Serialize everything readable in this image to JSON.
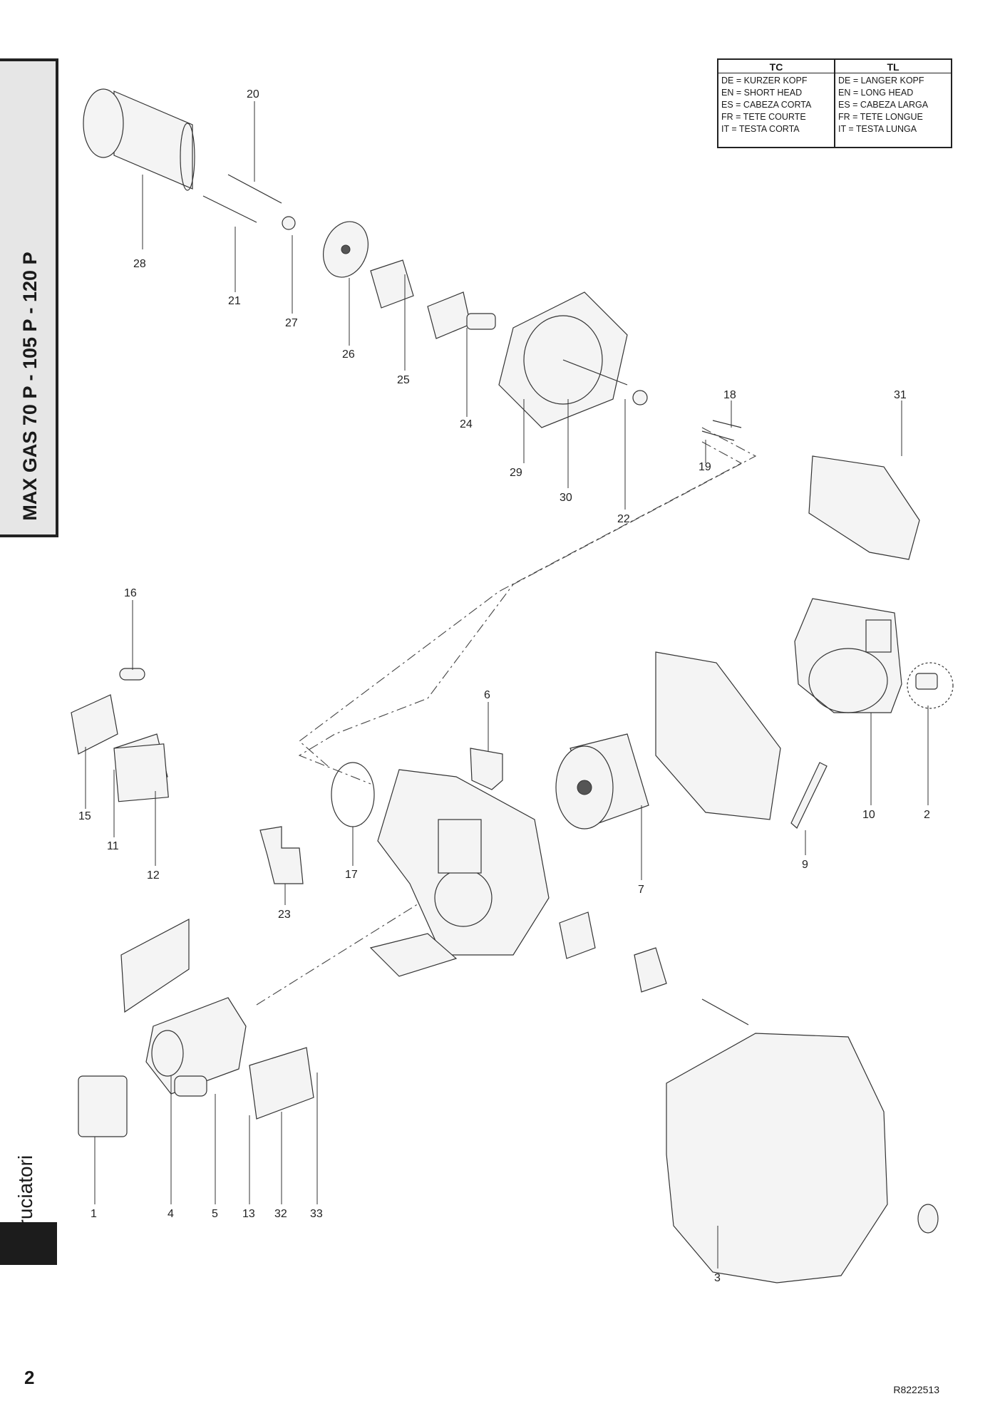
{
  "side_tab": {
    "series_title": "MAX GAS 70 P - 105 P - 120 P",
    "category": "Bruciatori"
  },
  "page_number": "2",
  "document_code": "R8222513",
  "legend": {
    "columns": [
      {
        "header": "TC",
        "lines": [
          "DE = KURZER KOPF",
          "EN = SHORT HEAD",
          "ES = CABEZA CORTA",
          "FR = TETE COURTE",
          "IT = TESTA CORTA"
        ]
      },
      {
        "header": "TL",
        "lines": [
          "DE = LANGER KOPF",
          "EN = LONG HEAD",
          "ES = CABEZA LARGA",
          "FR = TETE LONGUE",
          "IT = TESTA LUNGA"
        ]
      }
    ]
  },
  "part_labels": [
    "20",
    "28",
    "21",
    "27",
    "26",
    "25",
    "24",
    "29",
    "30",
    "22",
    "18",
    "19",
    "31",
    "16",
    "6",
    "15",
    "11",
    "12",
    "17",
    "23",
    "7",
    "9",
    "10",
    "2",
    "1",
    "4",
    "5",
    "13",
    "32",
    "33",
    "3"
  ]
}
